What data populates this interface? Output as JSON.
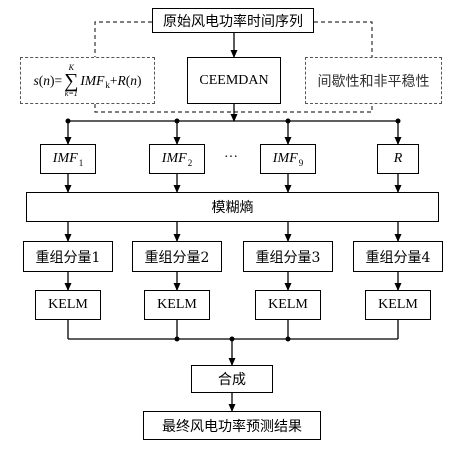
{
  "nodes": {
    "source": "原始风电功率时间序列",
    "formula": {
      "s": "s",
      "n": "n",
      "sum_top": "K",
      "sum_bottom": "k=1",
      "imf": "IMF",
      "imf_sub": "k",
      "r": "R"
    },
    "ceemdan": "CEEMDAN",
    "property": "间歇性和非平稳性",
    "imf_boxes": [
      {
        "base": "IMF",
        "sub": "1"
      },
      {
        "base": "IMF",
        "sub": "2"
      },
      {
        "base": "IMF",
        "sub": "9"
      },
      {
        "base": "R",
        "sub": ""
      }
    ],
    "ellipsis": "···",
    "fuzzy_entropy": "模糊熵",
    "recombined": [
      "重组分量1",
      "重组分量2",
      "重组分量3",
      "重组分量4"
    ],
    "models": [
      "KELM",
      "KELM",
      "KELM",
      "KELM"
    ],
    "combine": "合成",
    "final": "最终风电功率预测结果"
  }
}
